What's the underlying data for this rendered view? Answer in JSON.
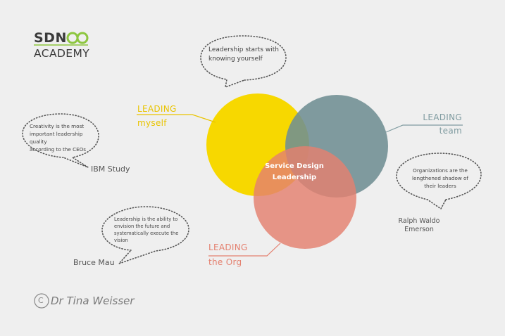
{
  "logo": {
    "top": "SDN",
    "bottom": "ACADEMY",
    "mark_color": "#8dc63f"
  },
  "center_label": {
    "line1": "Service Design",
    "line2": "Leadership"
  },
  "circles": {
    "myself": {
      "color": "#f7d800"
    },
    "team": {
      "color": "#6f8e93"
    },
    "org": {
      "color": "#e4806f"
    }
  },
  "labels": {
    "myself": {
      "line1": "LEADING",
      "line2": "myself",
      "color": "#e9c400"
    },
    "team": {
      "line1": "LEADING",
      "line2": "team",
      "color": "#7f9ba0"
    },
    "org": {
      "line1": "LEADING",
      "line2": "the Org",
      "color": "#e4806f"
    }
  },
  "quotes": {
    "top": {
      "line1": "Leadership starts with",
      "line2": "knowing yourself"
    },
    "ibm": {
      "line1": "Creativity is the most",
      "line2": "important leadership quality",
      "line3": "according to the CEOs",
      "author": "IBM Study"
    },
    "mau": {
      "line1": "Leadership is the ability to",
      "line2": "envision the future and",
      "line3": "systematically execute the",
      "line4": "vision",
      "author": "Bruce Mau"
    },
    "emerson": {
      "line1": "Organizations are the",
      "line2": "lengthened shadow of",
      "line3": "their leaders",
      "author_line1": "Ralph Waldo",
      "author_line2": "Emerson"
    }
  },
  "copyright": {
    "symbol": "C",
    "name": "Dr Tina Weisser"
  }
}
